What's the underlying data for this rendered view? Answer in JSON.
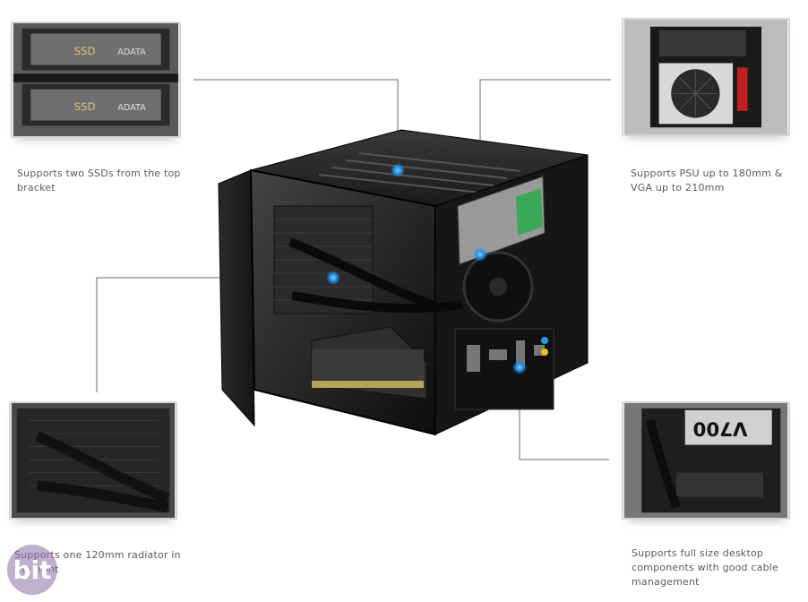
{
  "features": [
    {
      "id": "ssd",
      "lines": [
        "Supports two SSDs from the top",
        "bracket"
      ]
    },
    {
      "id": "psu",
      "lines": [
        "Supports PSU up to 180mm &",
        "VGA up to 210mm"
      ]
    },
    {
      "id": "radiator",
      "lines": [
        "Supports one 120mm radiator in",
        "the front"
      ]
    },
    {
      "id": "components",
      "lines": [
        "Supports full size desktop",
        "components with good cable",
        "management"
      ]
    }
  ],
  "labels": {
    "ssd_brand": "ADATA",
    "ssd_type": "SSD",
    "psu_model": "V700"
  },
  "watermark": {
    "text": "bit"
  },
  "colors": {
    "caption": "#5a5a5a",
    "leader_line": "#6e6e6e",
    "highlight_dot": "#1e8fe8",
    "case_body": "#1c1c1c",
    "hdd_label": "#3aa856",
    "watermark": "#8a6fa5"
  }
}
